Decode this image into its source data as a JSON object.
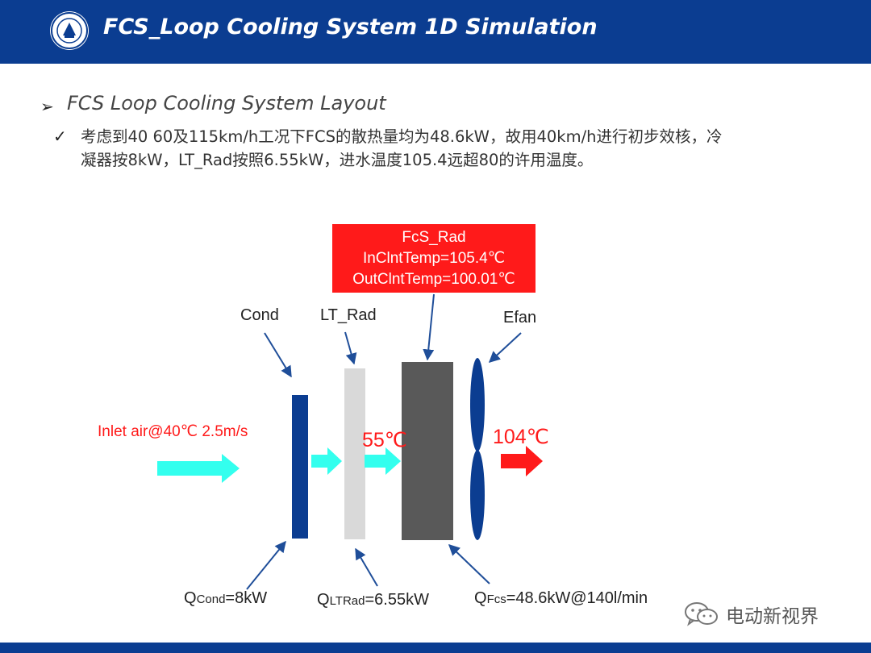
{
  "header": {
    "title": "FCS_Loop Cooling System 1D Simulation",
    "logo_icon": "university-seal-icon"
  },
  "section": {
    "bullet_icon": "arrow-bullet-icon",
    "heading": "FCS Loop Cooling System Layout",
    "check_icon": "check-bullet-icon",
    "body": "考虑到40 60及115km/h工况下FCS的散热量均为48.6kW，故用40km/h进行初步效核，冷凝器按8kW，LT_Rad按照6.55kW，进水温度105.4远超80的许用温度。"
  },
  "diagram": {
    "fcs_rad_box": {
      "name": "FcS_Rad",
      "inlet": "InClntTemp=105.4℃",
      "outlet": "OutClntTemp=100.01℃"
    },
    "labels": {
      "cond": "Cond",
      "lt_rad": "LT_Rad",
      "efan": "Efan",
      "inlet_air": "Inlet air@40℃ 2.5m/s",
      "temp_mid": "55℃",
      "temp_out": "104℃"
    },
    "heat_loads": {
      "cond": {
        "q": "Q",
        "sub": "Cond",
        "value": "=8kW"
      },
      "lt_rad": {
        "q": "Q",
        "sub": "LTRad",
        "value": "=6.55kW"
      },
      "fcs": {
        "q": "Q",
        "sub": "Fcs",
        "value": "=48.6kW@140l/min"
      }
    },
    "colors": {
      "condenser": "#0b3d91",
      "lt_radiator": "#d9d9d9",
      "fcs_radiator": "#595959",
      "fan": "#0b3d91",
      "air_arrow": "#33ffee",
      "hot_arrow": "#ff1a1a",
      "pointer": "#1f4e99"
    }
  },
  "watermark": {
    "icon": "wechat-icon",
    "text": "电动新视界"
  }
}
